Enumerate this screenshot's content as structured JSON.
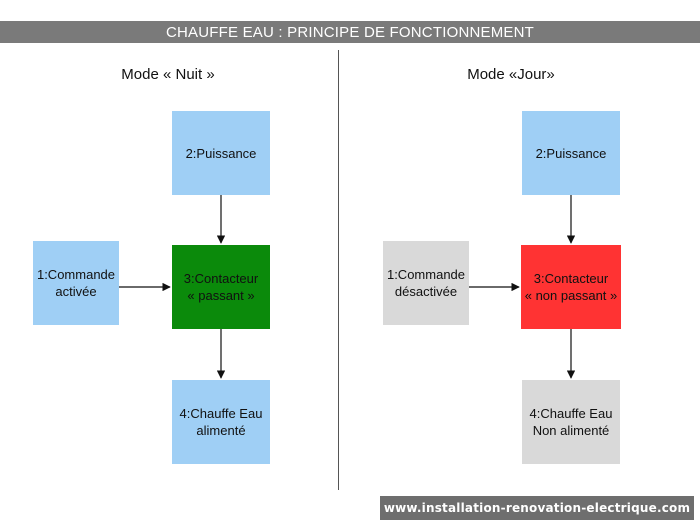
{
  "title": "CHAUFFE EAU : PRINCIPE DE FONCTIONNEMENT",
  "footer": "www.installation-renovation-electrique.com",
  "colors": {
    "blue": "#9fcff5",
    "green": "#0b8a0b",
    "red": "#ff3333",
    "grey": "#d9d9d9"
  },
  "night": {
    "mode_label": "Mode « Nuit »",
    "power": "2:Puissance",
    "command": "1:Commande\nactivée",
    "contactor": "3:Contacteur\n« passant »",
    "heater": "4:Chauffe Eau\nalimenté"
  },
  "day": {
    "mode_label": "Mode «Jour»",
    "power": "2:Puissance",
    "command": "1:Commande\ndésactivée",
    "contactor": "3:Contacteur\n« non passant »",
    "heater": "4:Chauffe Eau\nNon alimenté"
  }
}
